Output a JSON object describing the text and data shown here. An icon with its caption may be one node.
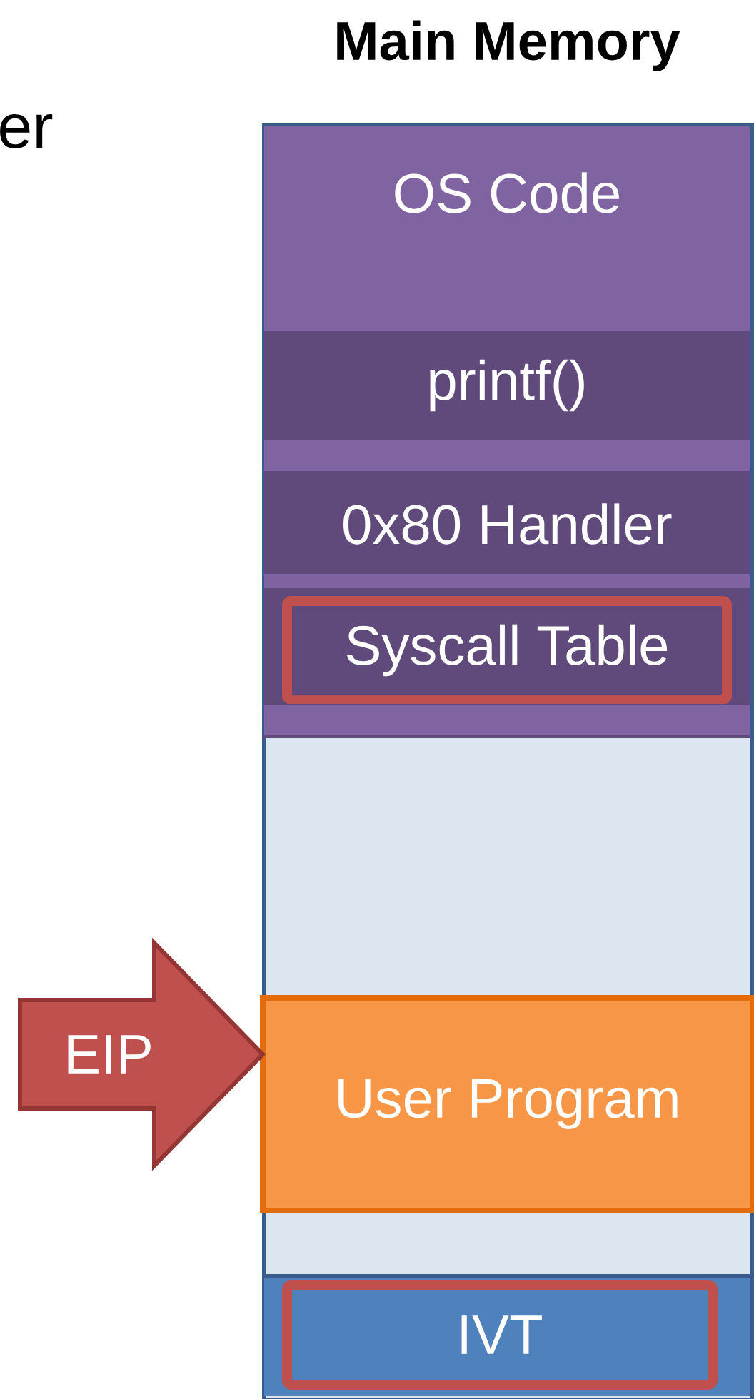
{
  "diagram": {
    "nodes": [
      {
        "text": [
          "Main Memory"
        ]
      },
      {
        "text": [
          "OS Code"
        ],
        "in": 0
      },
      {
        "text": [
          "printf()"
        ],
        "in": 0
      },
      {
        "text": [
          "0x80 Handler"
        ],
        "in": 0
      },
      {
        "text": [
          "Syscall Table"
        ],
        "in": 0
      },
      {
        "text": [
          "User Program"
        ],
        "in": 0
      },
      {
        "text": [
          "IVT"
        ],
        "in": 0
      }
    ],
    "edges": [
      {
        "from": null,
        "to": 5,
        "arrow": "to",
        "label": "EIP"
      }
    ],
    "labels": [
      "er"
    ]
  }
}
